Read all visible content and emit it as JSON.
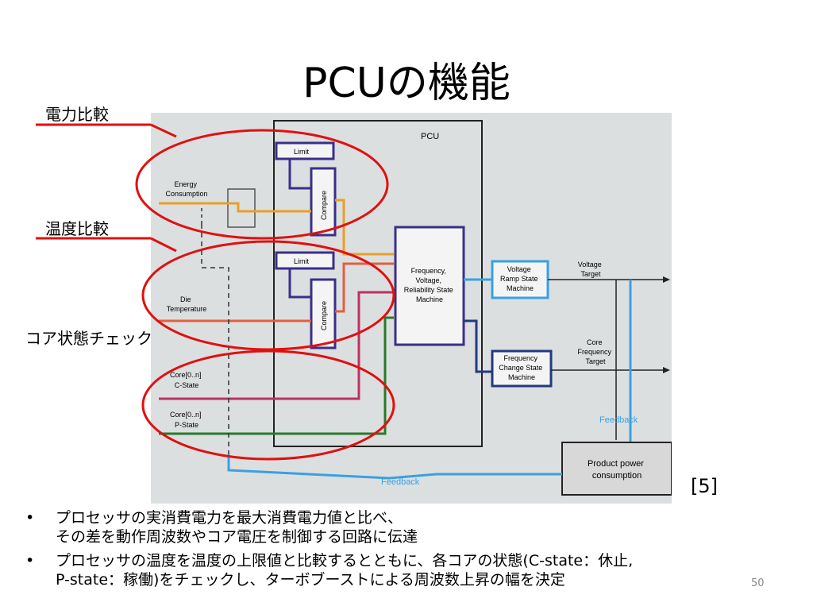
{
  "slide": {
    "title": "PCUの機能",
    "citation": "[5]",
    "page_number": "50"
  },
  "annotations": [
    {
      "label": "電力比較"
    },
    {
      "label": "温度比較"
    },
    {
      "label": "コア状態チェック"
    }
  ],
  "diagram": {
    "pcu_label": "PCU",
    "limit_label": "Limit",
    "compare_label": "Compare",
    "inputs": {
      "energy_line1": "Energy",
      "energy_line2": "Consumption",
      "die_line1": "Die",
      "die_line2": "Temperature",
      "cstate_line1": "Core[0..n]",
      "cstate_line2": "C-State",
      "pstate_line1": "Core[0..n]",
      "pstate_line2": "P-State"
    },
    "fvr_lines": [
      "Frequency,",
      "Voltage,",
      "Reliability State",
      "Machine"
    ],
    "voltage_ramp_lines": [
      "Voltage",
      "Ramp State",
      "Machine"
    ],
    "freq_change_lines": [
      "Frequency",
      "Change State",
      "Machine"
    ],
    "voltage_target_lines": [
      "Voltage",
      "Target"
    ],
    "core_freq_target_lines": [
      "Core",
      "Frequency",
      "Target"
    ],
    "feedback_label": "Feedback",
    "product_power_lines": [
      "Product power",
      "consumption"
    ],
    "colors": {
      "energy": "#e8a028",
      "temperature": "#e06040",
      "cstate": "#c03060",
      "pstate": "#2a7a2a",
      "feedback": "#3aa0e0",
      "frame": "#3a2f8a",
      "annotation": "#e01010"
    }
  },
  "bullets": [
    {
      "line1": "プロセッサの実消費電力を最大消費電力値と比べ、",
      "line2": "その差を動作周波数やコア電圧を制御する回路に伝達"
    },
    {
      "line1": "プロセッサの温度を温度の上限値と比較するとともに、各コアの状態(C-state：休止,",
      "line2": "P-state：稼働)をチェックし、ターボブーストによる周波数上昇の幅を決定"
    }
  ]
}
